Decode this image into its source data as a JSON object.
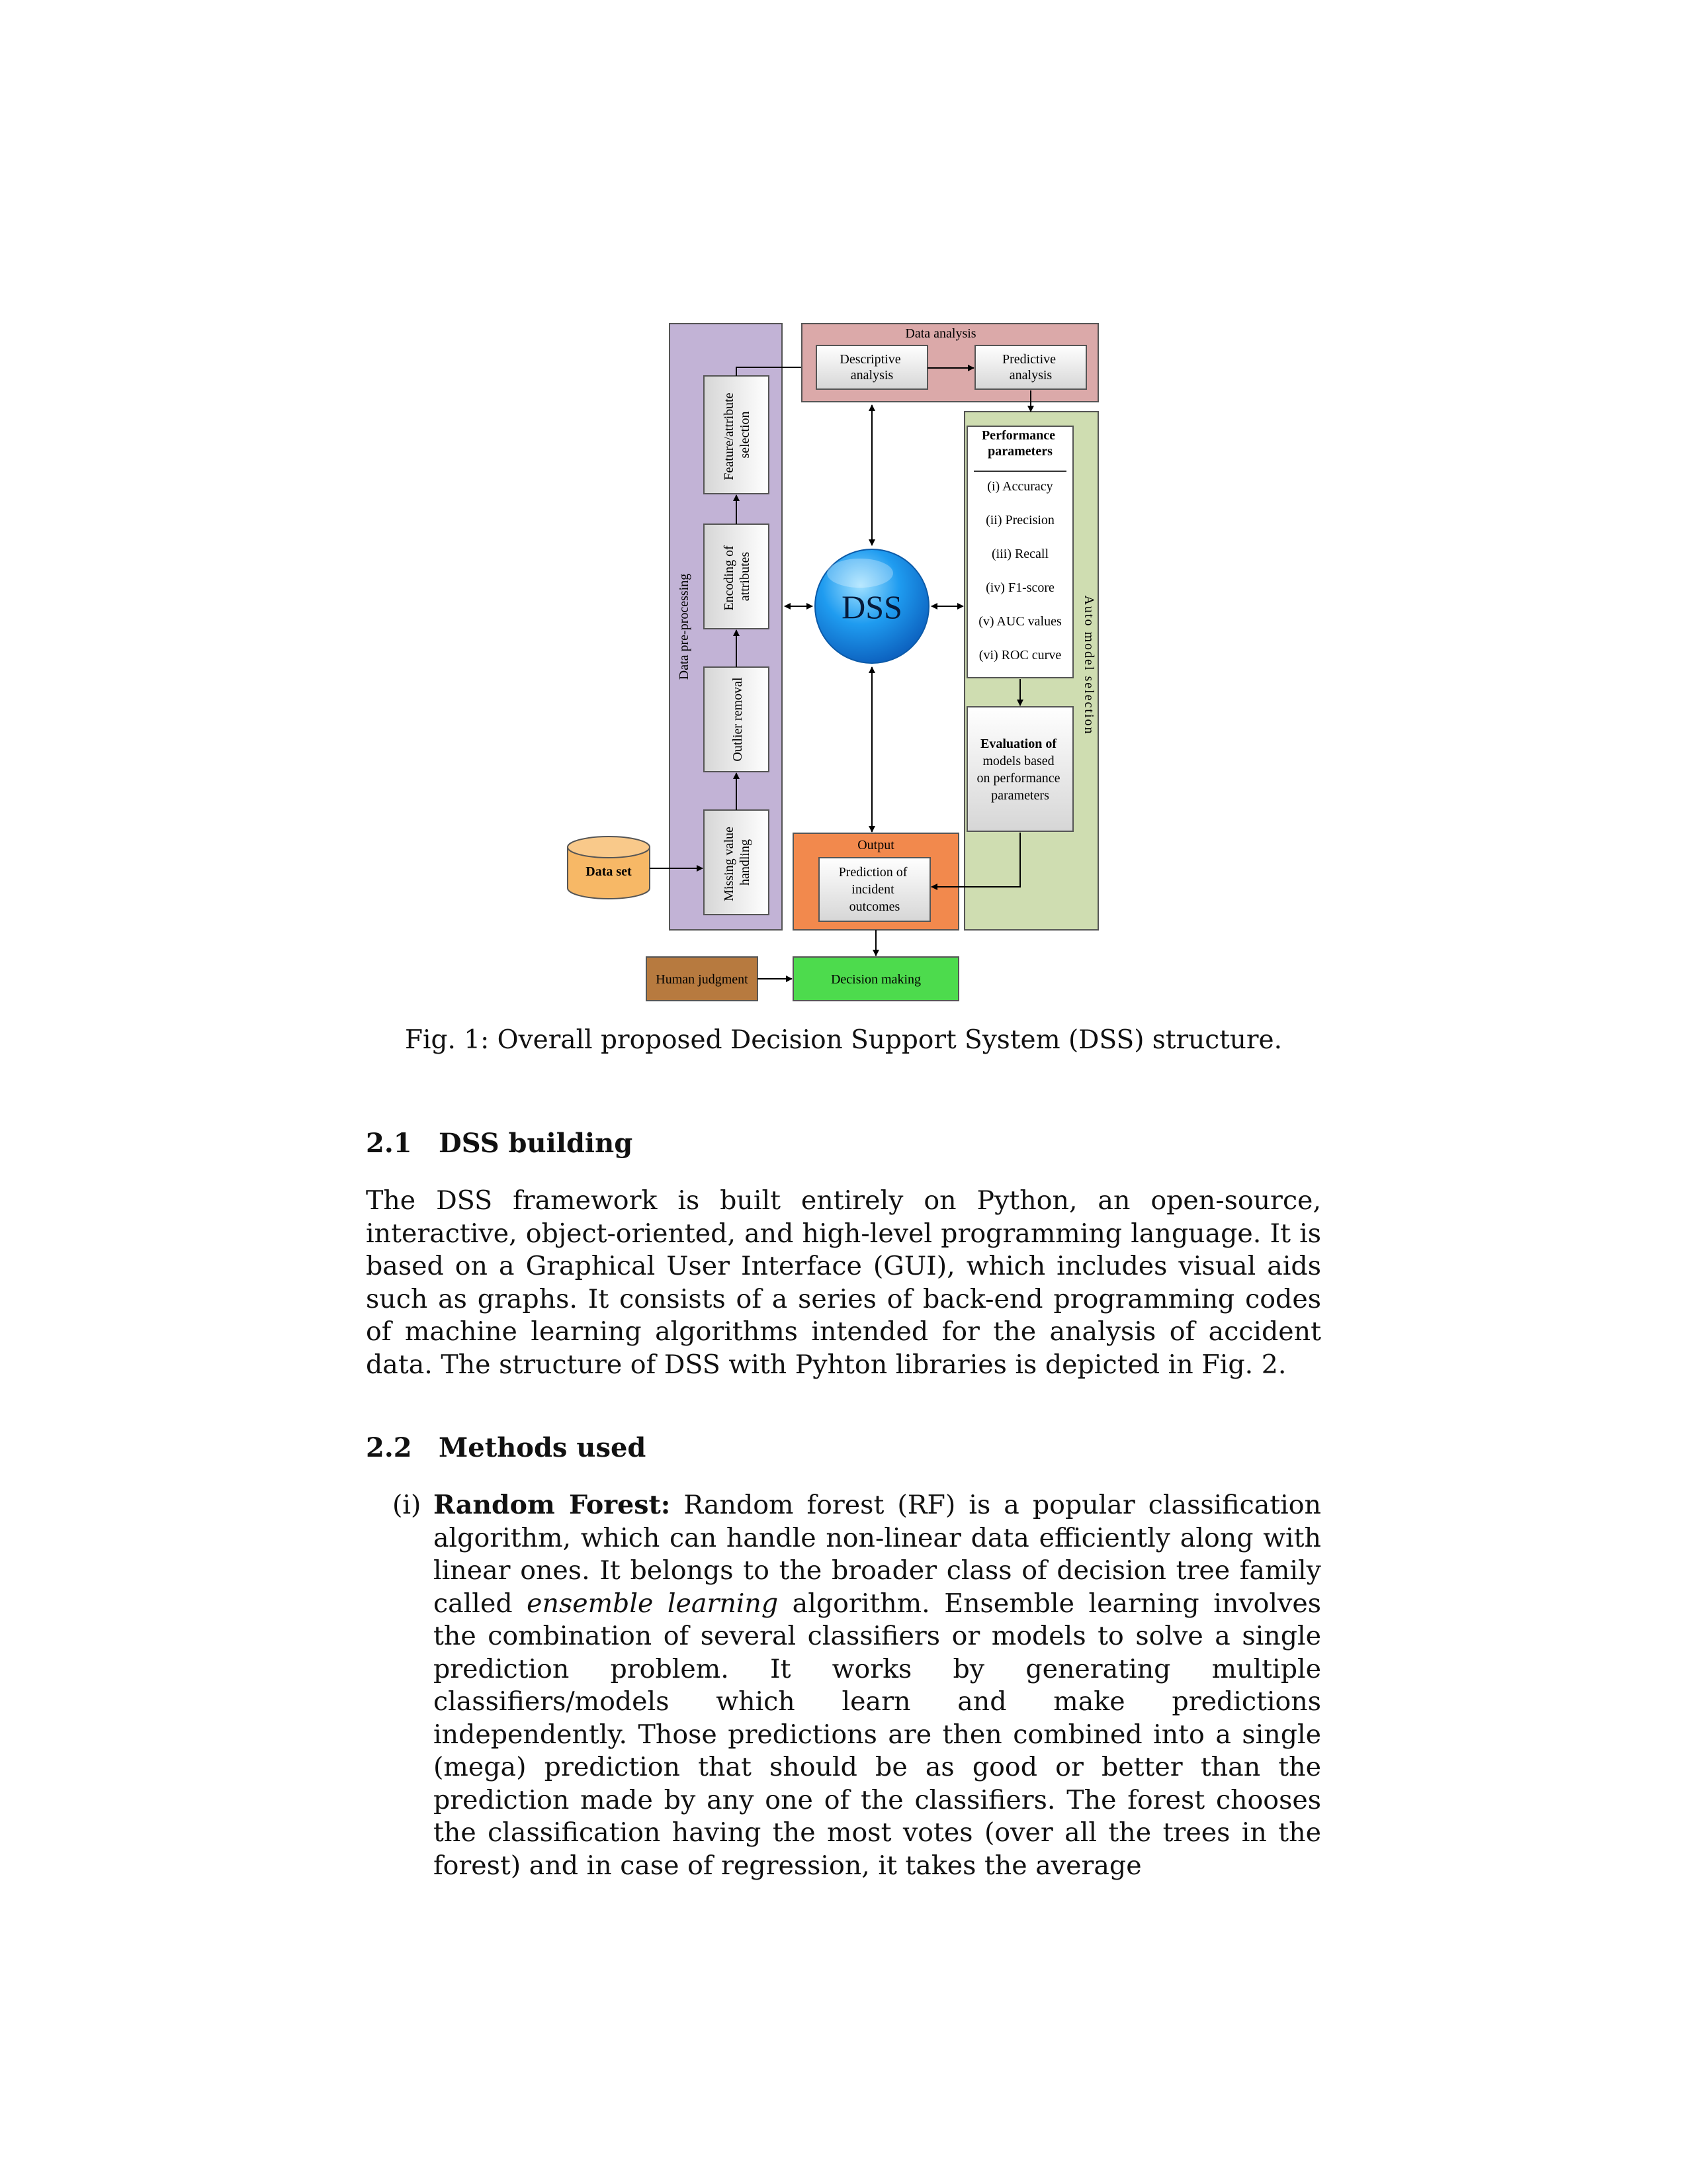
{
  "figure": {
    "data_analysis_title": "Data analysis",
    "descriptive": [
      "Descriptive",
      "analysis"
    ],
    "predictive": [
      "Predictive",
      "analysis"
    ],
    "preprocessing_title": "Data pre-processing",
    "feature_selection": [
      "Feature/attribute",
      "selection"
    ],
    "encoding": [
      "Encoding of",
      "attributes"
    ],
    "outlier": "Outlier removal",
    "missing": [
      "Missing value",
      "handling"
    ],
    "dss": "DSS",
    "performance_title": [
      "Performance",
      "parameters"
    ],
    "metrics": [
      "(i) Accuracy",
      "(ii) Precision",
      "(iii) Recall",
      "(iv) F1-score",
      "(v) AUC values",
      "(vi) ROC curve"
    ],
    "evaluation": [
      "Evaluation of",
      "models based",
      "on performance",
      "parameters"
    ],
    "auto_model_title": "Auto model selection",
    "output_title": "Output",
    "prediction": [
      "Prediction of",
      "incident",
      "outcomes"
    ],
    "dataset": "Data set",
    "human_judgment": "Human judgment",
    "decision_making": "Decision making",
    "colors": {
      "preprocessing_panel": "#c2b3d6",
      "data_analysis_panel": "#dba9a9",
      "auto_model_panel": "#cfddb1",
      "output_panel": "#f2894d",
      "dataset": "#f7b866",
      "human_judgment": "#b77a3f",
      "decision_making": "#4ddb4d",
      "dss_circle": "#1a8ee6"
    }
  },
  "caption": "Fig. 1: Overall proposed Decision Support System (DSS) structure.",
  "sections": [
    {
      "number": "2.1",
      "title": "DSS building",
      "paragraph": "The DSS framework is built entirely on Python, an open-source, interactive, object-oriented, and high-level programming language. It is based on a Graphical User Interface (GUI), which includes visual aids such as graphs. It consists of a series of back-end programming codes of machine learning algorithms intended for the analysis of accident data. The structure of DSS with Pyhton libraries is depicted in Fig. 2."
    },
    {
      "number": "2.2",
      "title": "Methods used",
      "items": [
        {
          "marker": "(i)",
          "term": "Random Forest:",
          "text_before": " Random forest (RF) is a popular classification algorithm, which can handle non-linear data efficiently along with linear ones. It belongs to the broader class of decision tree family called ",
          "emphasis": "ensemble learning",
          "text_after": " algorithm. Ensemble learning involves the combination of several classifiers or models to solve a single prediction problem. It works by generating multiple classifiers/models which learn and make predictions independently. Those predictions are then combined into a single (mega) prediction that should be as good or better than the prediction made by any one of the classifiers. The forest chooses the classification having the most votes (over all the trees in the forest) and in case of regression, it takes the average"
        }
      ]
    }
  ]
}
